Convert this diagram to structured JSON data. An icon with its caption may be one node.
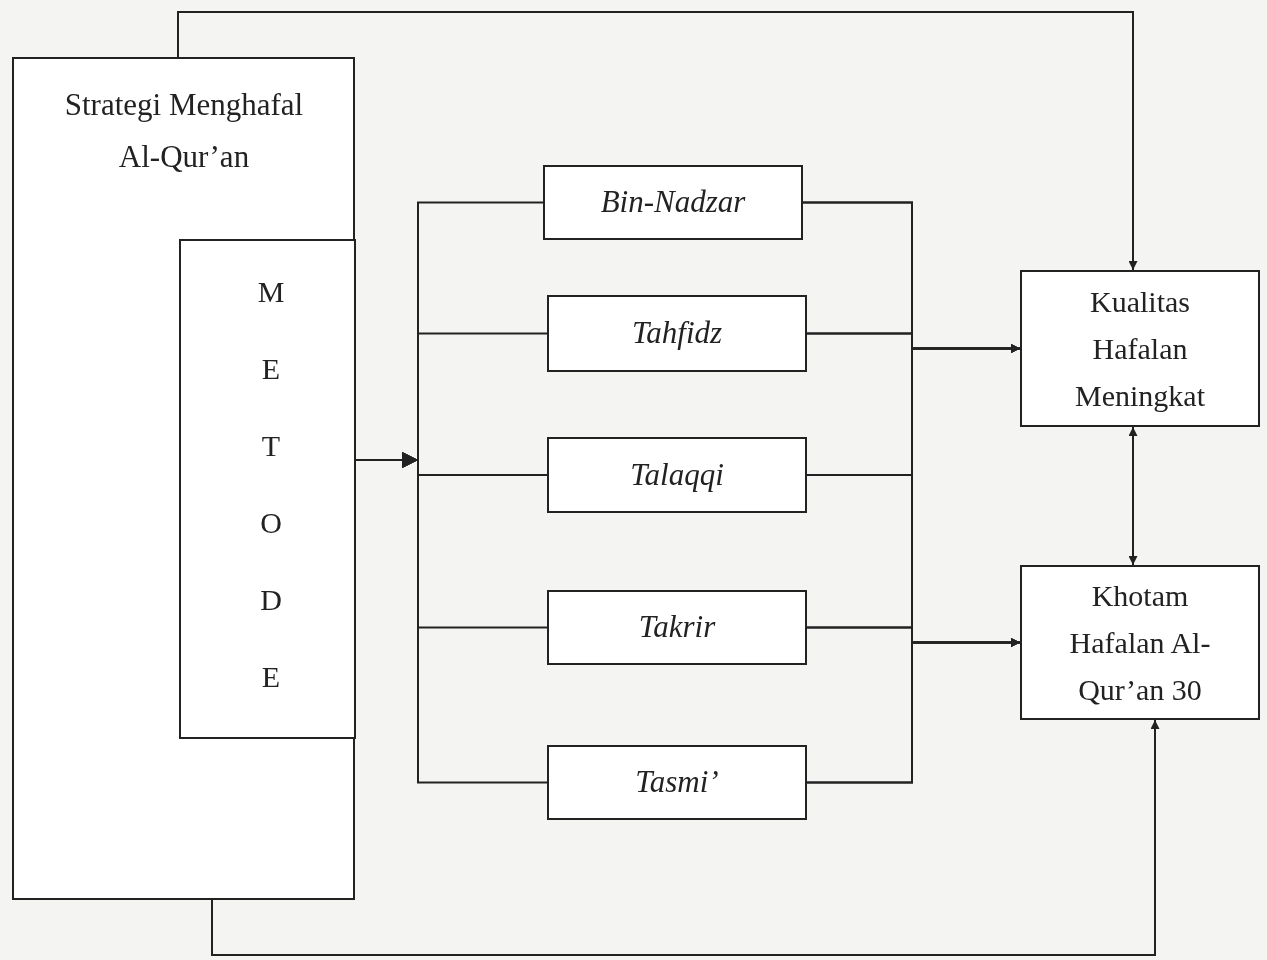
{
  "diagram": {
    "nodes": [
      {
        "text": [
          "Strategi Menghafal Al-Qur’an"
        ]
      },
      {
        "text": [
          "METODE"
        ],
        "in": 0
      },
      {
        "text": [
          "Bin-Nadzar"
        ]
      },
      {
        "text": [
          "Tahfidz"
        ]
      },
      {
        "text": [
          "Talaqqi"
        ]
      },
      {
        "text": [
          "Takrir"
        ]
      },
      {
        "text": [
          "Tasmi’"
        ]
      },
      {
        "text": [
          "Kualitas Hafalan Meningkat"
        ]
      },
      {
        "text": [
          "Khotam Hafalan Al-Qur’an 30"
        ]
      }
    ],
    "edges": [
      {
        "from": 1,
        "to": 2,
        "arrow": "to"
      },
      {
        "from": 1,
        "to": 3,
        "arrow": "to"
      },
      {
        "from": 1,
        "to": 4,
        "arrow": "to"
      },
      {
        "from": 1,
        "to": 5,
        "arrow": "to"
      },
      {
        "from": 1,
        "to": 6,
        "arrow": "to"
      },
      {
        "from": 2,
        "to": 7,
        "arrow": "to"
      },
      {
        "from": 3,
        "to": 7,
        "arrow": "to"
      },
      {
        "from": 4,
        "to": 7,
        "arrow": "to"
      },
      {
        "from": 5,
        "to": 7,
        "arrow": "to"
      },
      {
        "from": 6,
        "to": 7,
        "arrow": "to"
      },
      {
        "from": 2,
        "to": 8,
        "arrow": "to"
      },
      {
        "from": 3,
        "to": 8,
        "arrow": "to"
      },
      {
        "from": 4,
        "to": 8,
        "arrow": "to"
      },
      {
        "from": 5,
        "to": 8,
        "arrow": "to"
      },
      {
        "from": 6,
        "to": 8,
        "arrow": "to"
      },
      {
        "from": 0,
        "to": 7,
        "arrow": "to"
      },
      {
        "from": 0,
        "to": 8,
        "arrow": "to"
      },
      {
        "from": 7,
        "to": 8,
        "arrow": "both"
      }
    ]
  }
}
